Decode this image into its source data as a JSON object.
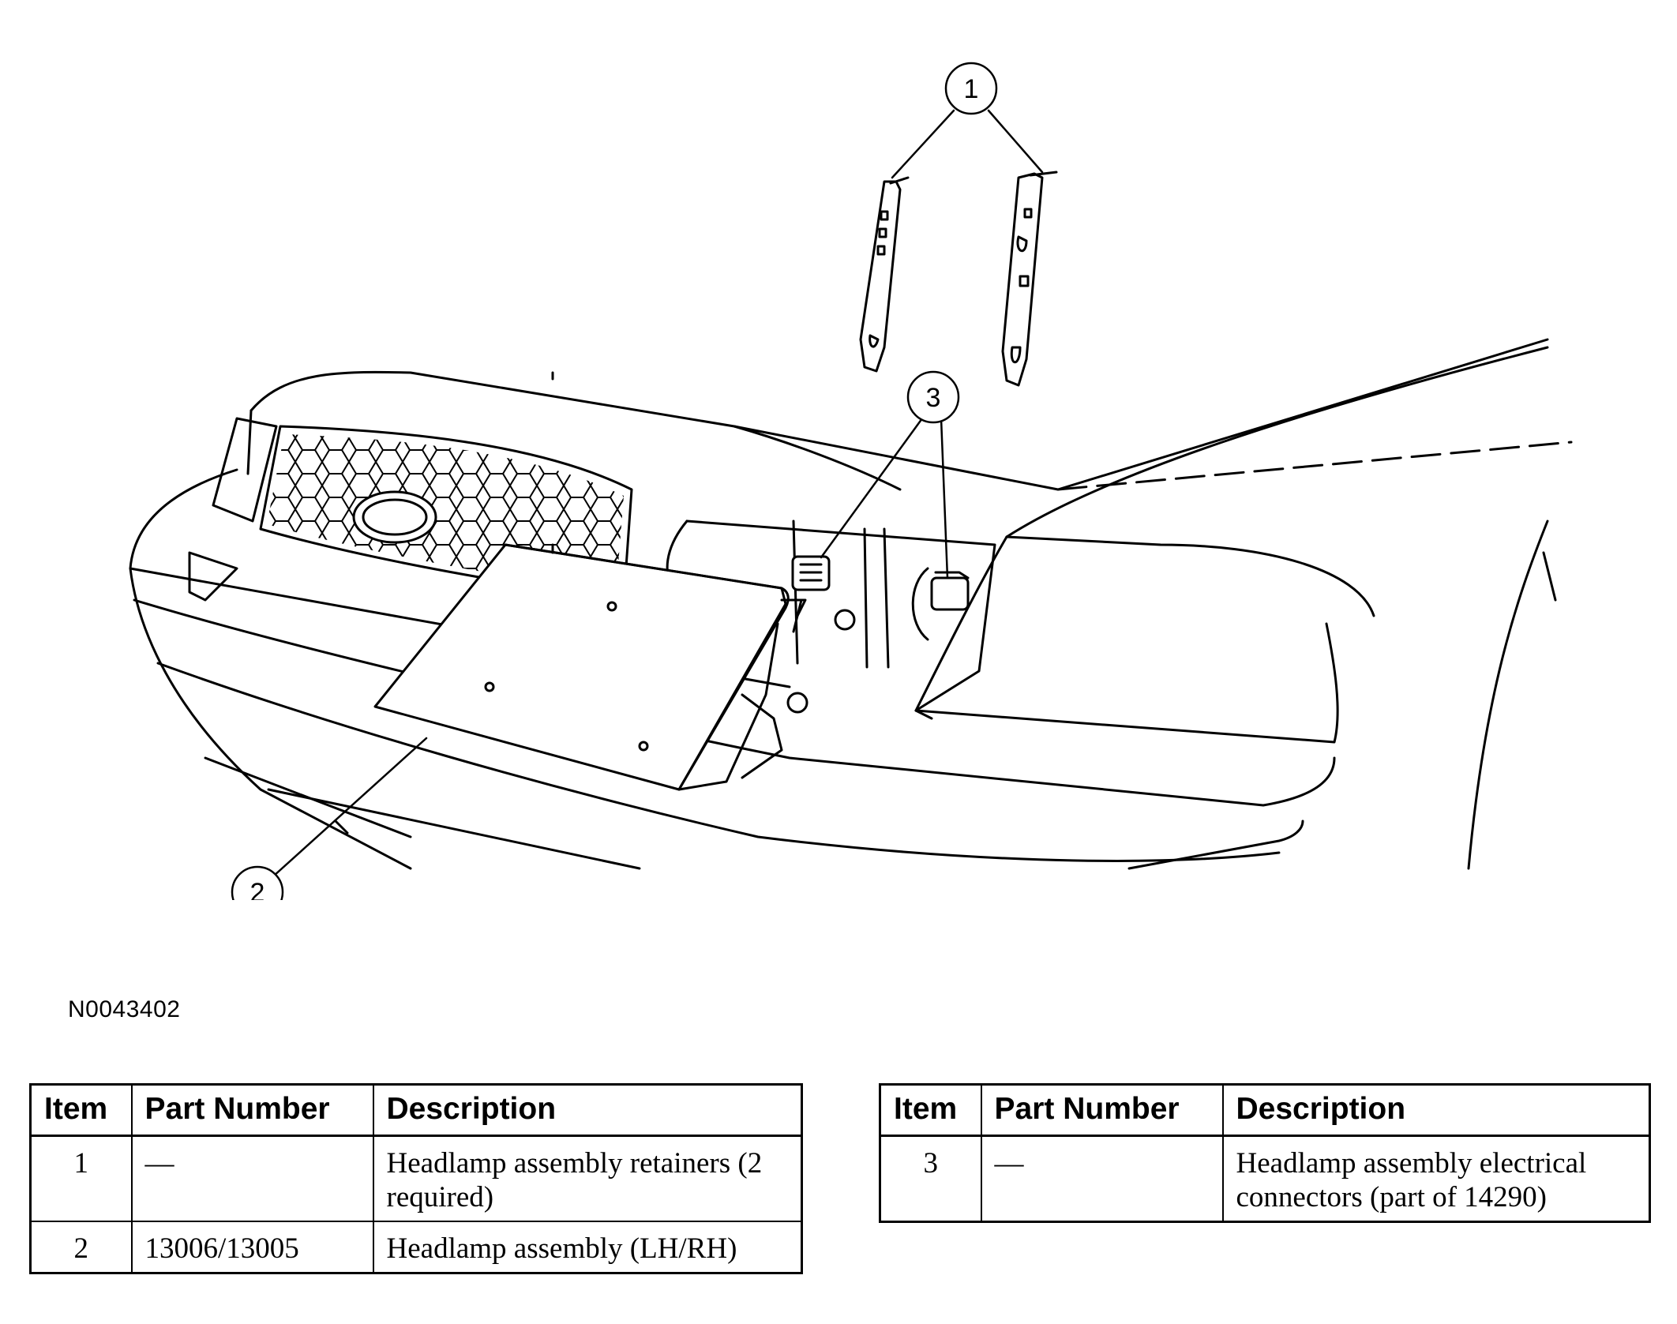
{
  "figure_id": "N0043402",
  "callouts": [
    "1",
    "2",
    "3"
  ],
  "table_left": {
    "headers": {
      "item": "Item",
      "part_number": "Part Number",
      "description": "Description"
    },
    "rows": [
      {
        "item": "1",
        "part_number": "—",
        "description": "Headlamp assembly retainers (2 required)"
      },
      {
        "item": "2",
        "part_number": "13006/13005",
        "description": "Headlamp assembly (LH/RH)"
      }
    ]
  },
  "table_right": {
    "headers": {
      "item": "Item",
      "part_number": "Part Number",
      "description": "Description"
    },
    "rows": [
      {
        "item": "3",
        "part_number": "—",
        "description": "Headlamp assembly electrical connectors (part of 14290)"
      }
    ]
  }
}
